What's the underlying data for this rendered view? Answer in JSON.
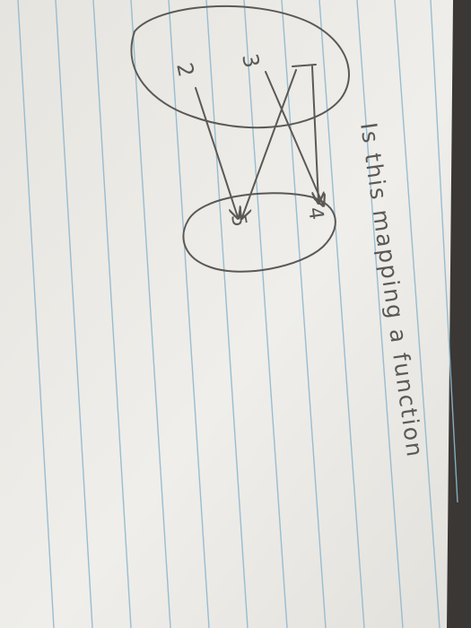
{
  "handwriting": {
    "domain_left": [
      "3",
      "1",
      "2"
    ],
    "codomain_right": [
      "4",
      "5"
    ],
    "question": "Is this mapping a function"
  },
  "colors": {
    "paper": "#efeeea",
    "paper_shadow": "#d9d7d2",
    "rule_line": "#8fb8cf",
    "pencil": "#5b5855",
    "background": "#3a3735"
  }
}
